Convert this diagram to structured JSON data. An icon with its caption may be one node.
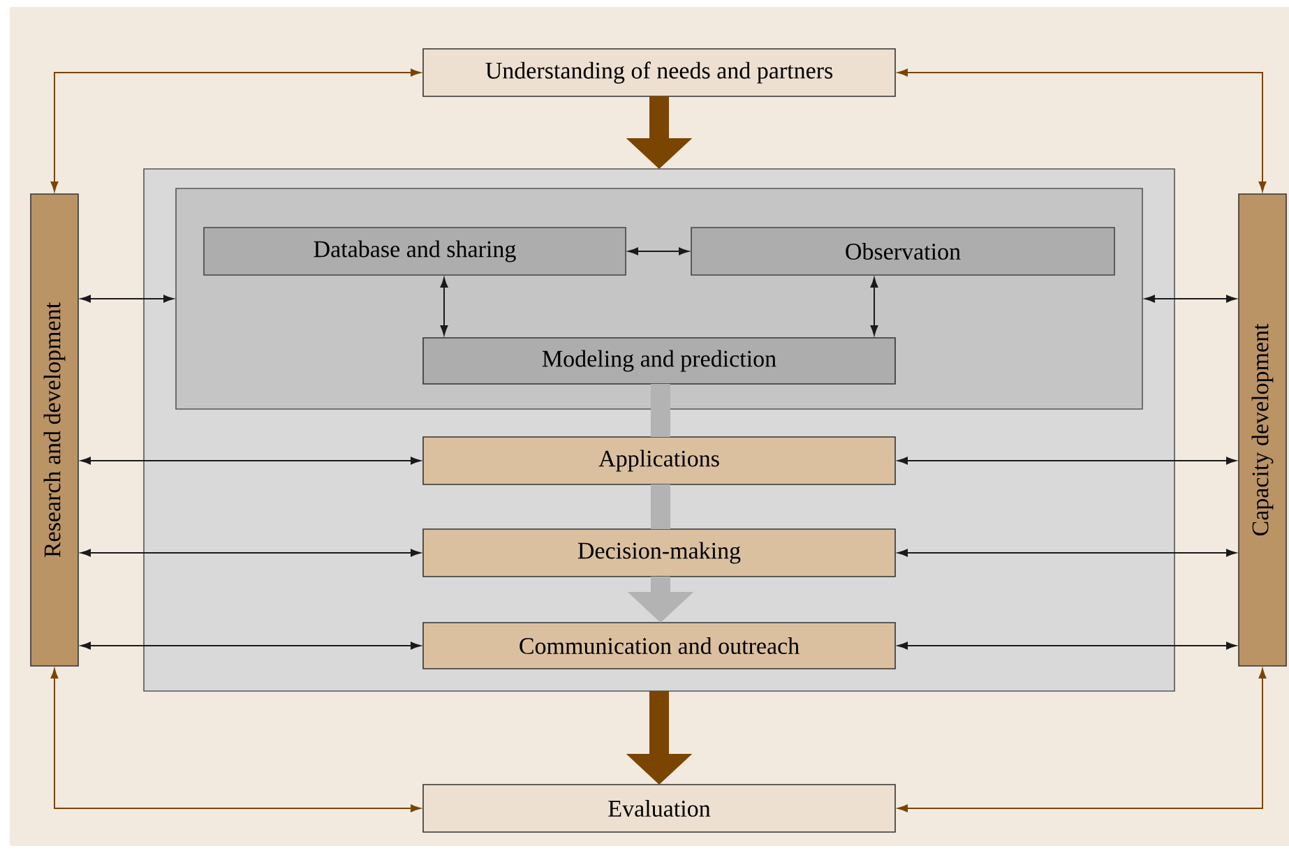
{
  "diagram": {
    "nodes": [
      {
        "text": [
          "Understanding of needs and partners"
        ]
      },
      {
        "text": [
          "Research and development"
        ]
      },
      {
        "text": [
          "Capacity development"
        ]
      },
      {
        "text": [],
        "shape": "box"
      },
      {
        "text": [],
        "shape": "box",
        "in": 3
      },
      {
        "text": [
          "Database and sharing"
        ],
        "in": 4
      },
      {
        "text": [
          "Observation"
        ],
        "in": 4
      },
      {
        "text": [
          "Modeling and prediction"
        ],
        "in": 4
      },
      {
        "text": [
          "Applications"
        ],
        "in": 3
      },
      {
        "text": [
          "Decision-making"
        ],
        "in": 3
      },
      {
        "text": [
          "Communication and outreach"
        ],
        "in": 3
      },
      {
        "text": [
          "Evaluation"
        ]
      }
    ],
    "edges": [
      {
        "from": 0,
        "to": 1,
        "arrow": "both",
        "color": "#7a4500"
      },
      {
        "from": 0,
        "to": 2,
        "arrow": "both",
        "color": "#7a4500"
      },
      {
        "from": 11,
        "to": 1,
        "arrow": "both",
        "color": "#7a4500"
      },
      {
        "from": 11,
        "to": 2,
        "arrow": "both",
        "color": "#7a4500"
      },
      {
        "from": 0,
        "to": 3,
        "arrow": "to",
        "style": "thick",
        "color": "#7a4500"
      },
      {
        "from": 3,
        "to": 11,
        "arrow": "to",
        "style": "thick",
        "color": "#7a4500"
      },
      {
        "from": 5,
        "to": 6,
        "arrow": "both"
      },
      {
        "from": 5,
        "to": 7,
        "arrow": "both"
      },
      {
        "from": 6,
        "to": 7,
        "arrow": "both"
      },
      {
        "from": 1,
        "to": 4,
        "arrow": "both"
      },
      {
        "from": 4,
        "to": 2,
        "arrow": "both"
      },
      {
        "from": 1,
        "to": 8,
        "arrow": "both"
      },
      {
        "from": 8,
        "to": 2,
        "arrow": "both"
      },
      {
        "from": 1,
        "to": 9,
        "arrow": "both"
      },
      {
        "from": 9,
        "to": 2,
        "arrow": "both"
      },
      {
        "from": 1,
        "to": 10,
        "arrow": "both"
      },
      {
        "from": 10,
        "to": 2,
        "arrow": "both"
      },
      {
        "from": 7,
        "to": 8,
        "arrow": "none",
        "style": "thick",
        "color": "#b3b3b3"
      },
      {
        "from": 8,
        "to": 9,
        "arrow": "none",
        "style": "thick",
        "color": "#b3b3b3"
      },
      {
        "from": 9,
        "to": 10,
        "arrow": "to",
        "style": "thick",
        "color": "#b3b3b3"
      }
    ]
  }
}
